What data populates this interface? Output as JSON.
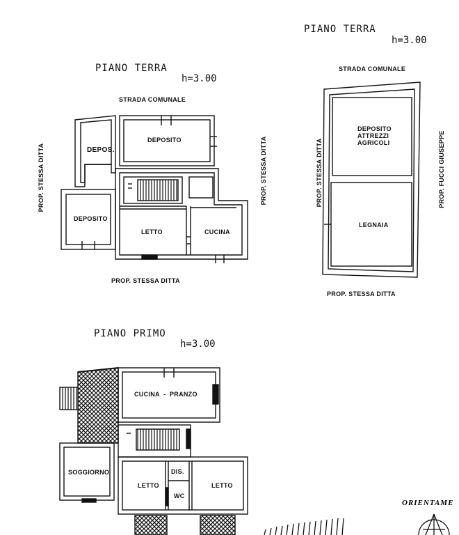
{
  "sheet": {
    "top_right": {
      "title": "PIANO TERRA",
      "height": "h=3.00",
      "road": "STRADA COMUNALE",
      "left_side": "PROP. STESSA DITTA",
      "right_side": "PROP. FUCCI GIUSEPPE",
      "bottom_side": "PROP. STESSA DITTA",
      "rooms": {
        "deposito_line1": "DEPOSITO",
        "deposito_line2": "ATTREZZI",
        "deposito_line3": "AGRICOLI",
        "legnaia": "LEGNAIA"
      }
    },
    "ground_floor": {
      "title": "PIANO TERRA",
      "height": "h=3.00",
      "road": "STRADA COMUNALE",
      "left_side": "PROP. STESSA DITTA",
      "right_side": "PROP. STESSA DITTA",
      "bottom_side": "PROP. STESSA DITTA",
      "rooms": {
        "depos": "DEPOS.",
        "deposito_top": "DEPOSITO",
        "deposito_left": "DEPOSITO",
        "letto": "LETTO",
        "cucina": "CUCINA"
      }
    },
    "first_floor": {
      "title": "PIANO PRIMO",
      "height": "h=3.00",
      "rooms": {
        "cucina_pranzo": "CUCINA  -  PRANZO",
        "soggiorno": "SOGGIORNO",
        "letto_left": "LETTO",
        "dis": "DIS.",
        "wc": "WC",
        "letto_right": "LETTO"
      }
    },
    "compass": {
      "label": "ORIENTAME"
    }
  }
}
